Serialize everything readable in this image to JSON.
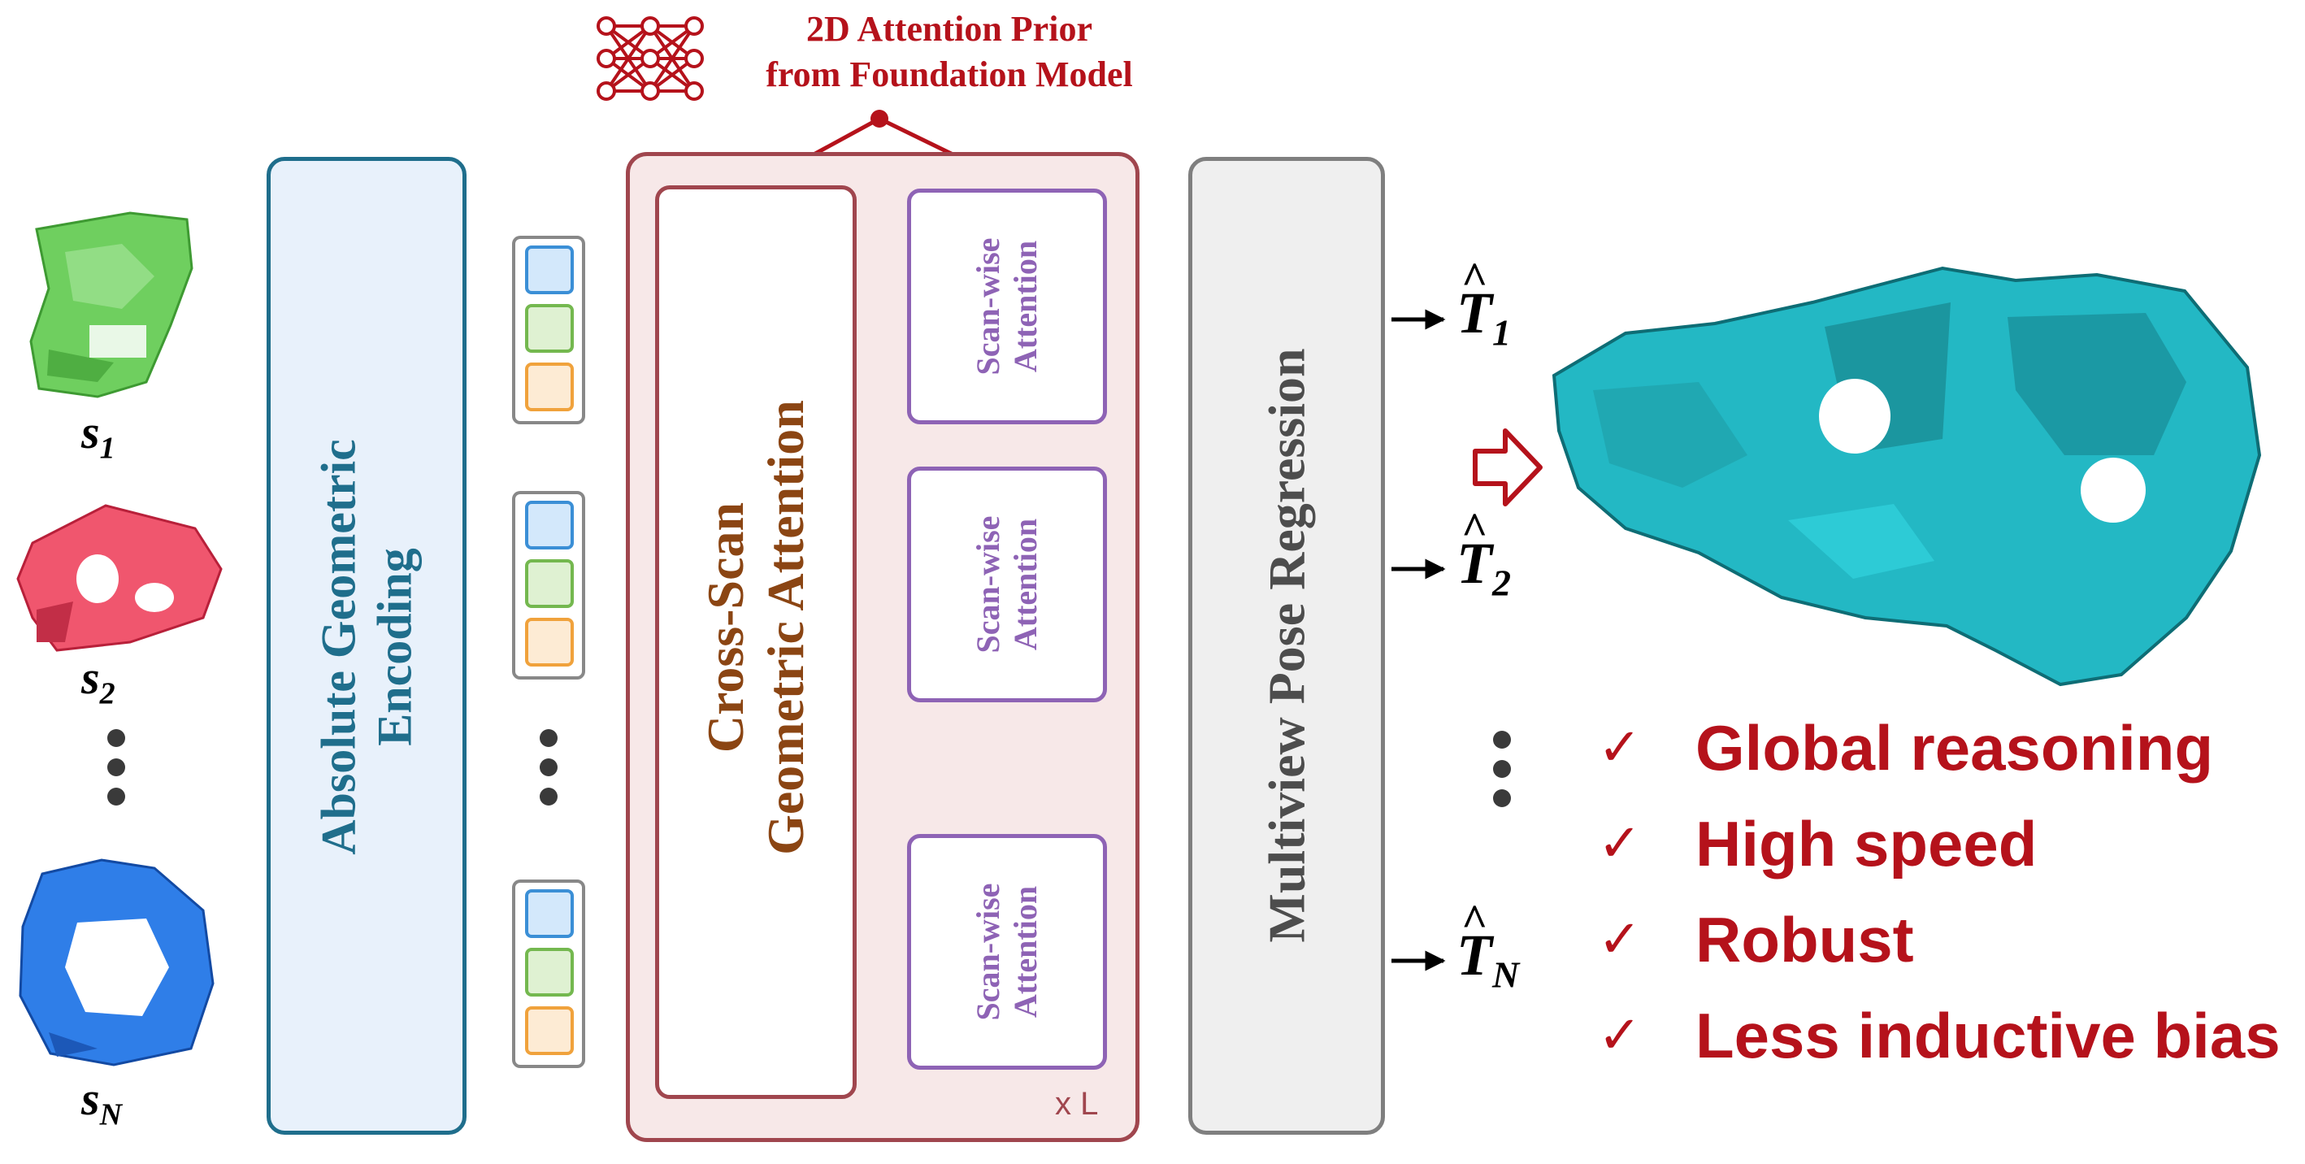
{
  "prior": {
    "line1": "2D Attention Prior",
    "line2": "from Foundation Model"
  },
  "encoding": {
    "line1": "Absolute Geometric",
    "line2": "Encoding"
  },
  "cross_scan": {
    "line1": "Cross-Scan",
    "line2": "Geometric Attention"
  },
  "scan_wise": {
    "line1": "Scan-wise",
    "line2": "Attention"
  },
  "repeat_label": "x L",
  "regression": {
    "label": "Multiview Pose Regression"
  },
  "scans": [
    {
      "base": "s",
      "sub": "1",
      "color": "#6fcf5f"
    },
    {
      "base": "s",
      "sub": "2",
      "color": "#f0566e"
    },
    {
      "base": "s",
      "sub": "N",
      "color": "#2f7ee8"
    }
  ],
  "poses": [
    {
      "base": "T",
      "sub": "1"
    },
    {
      "base": "T",
      "sub": "2"
    },
    {
      "base": "T",
      "sub": "N"
    }
  ],
  "benefits": [
    "Global reasoning",
    "High speed",
    "Robust",
    "Less inductive bias"
  ],
  "colors": {
    "encoding_border": "#1f6e8c",
    "encoding_fill": "#e8f1fb",
    "cross_border": "#a0464e",
    "cross_fill": "#f7e8e8",
    "cross_text": "#8b4513",
    "scan_wise": "#8e63b5",
    "regression_border": "#7f7f7f",
    "regression_fill": "#efefef",
    "accent_red": "#b5121b",
    "point_cloud": "#23b8c4"
  },
  "icons": [
    "neural-network-icon",
    "check-icon",
    "arrow-right-icon",
    "token-stack-icon",
    "point-cloud-icon"
  ]
}
